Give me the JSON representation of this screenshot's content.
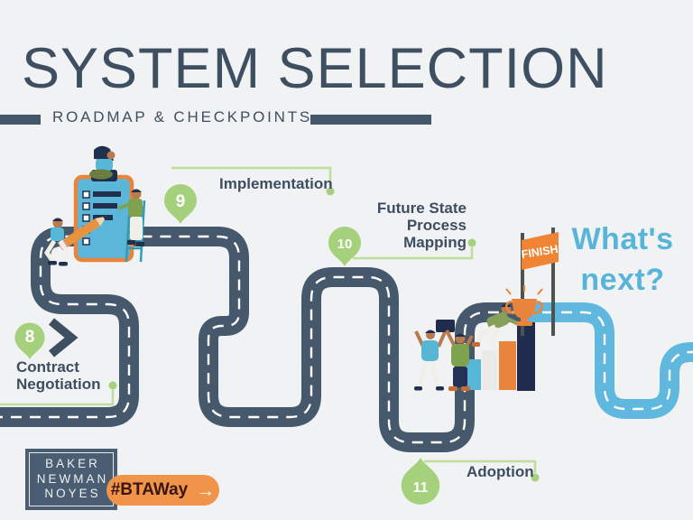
{
  "header": {
    "title": "SYSTEM SELECTION",
    "subtitle": "ROADMAP & CHECKPOINTS"
  },
  "checkpoints": {
    "c8": {
      "number": "8",
      "line1": "Contract",
      "line2": "Negotiation"
    },
    "c9": {
      "number": "9",
      "label": "Implementation"
    },
    "c10": {
      "number": "10",
      "line1": "Future State",
      "line2": "Process",
      "line3": "Mapping"
    },
    "c11": {
      "number": "11",
      "label": "Adoption"
    }
  },
  "finish": {
    "flag_text": "FINISH"
  },
  "whats_next": {
    "line1": "What's",
    "line2": "next?"
  },
  "footer": {
    "logo_line1": "BAKER",
    "logo_line2": "NEWMAN",
    "logo_line3": "NOYES",
    "hashtag": "#BTAWay",
    "arrow_icon": "→"
  },
  "colors": {
    "background": "#f1f2f4",
    "road": "#46596c",
    "road_future_blue": "#60b8de",
    "checkpoint_green": "#a6d17c",
    "connector_green": "#bede9a",
    "accent_orange": "#ef9449",
    "heading_slate": "#3e4f61",
    "whats_next_blue": "#58b4d9",
    "illustration_navy": "#1f2c4d"
  }
}
